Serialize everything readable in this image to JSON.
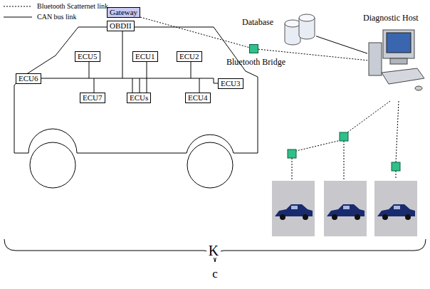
{
  "diagram": {
    "nodes": [
      {
        "text": [
          "Database"
        ]
      },
      {
        "text": [
          "Diagnostic Host"
        ]
      },
      {
        "text": [
          "Gateway"
        ]
      },
      {
        "text": [
          "OBDII"
        ]
      },
      {
        "text": [
          "Bluetooth Bridge"
        ]
      },
      {
        "text": [
          "ECU5"
        ]
      },
      {
        "text": [
          "ECU1"
        ]
      },
      {
        "text": [
          "ECU2"
        ]
      },
      {
        "text": [
          "ECU6"
        ]
      },
      {
        "text": [
          "ECU3"
        ]
      },
      {
        "text": [
          "ECU7"
        ]
      },
      {
        "text": [
          "ECUs"
        ]
      },
      {
        "text": [
          "ECU4"
        ]
      }
    ],
    "edges": [
      {
        "from": 0,
        "to": 1,
        "arrow": "none"
      },
      {
        "from": 2,
        "to": 4,
        "arrow": "none"
      },
      {
        "from": 4,
        "to": 1,
        "arrow": "none"
      }
    ],
    "labels": [
      "K",
      "c"
    ],
    "legend": [
      {
        "text": "Bluetooth Scatternet link"
      },
      {
        "text": "CAN bus link"
      }
    ]
  }
}
